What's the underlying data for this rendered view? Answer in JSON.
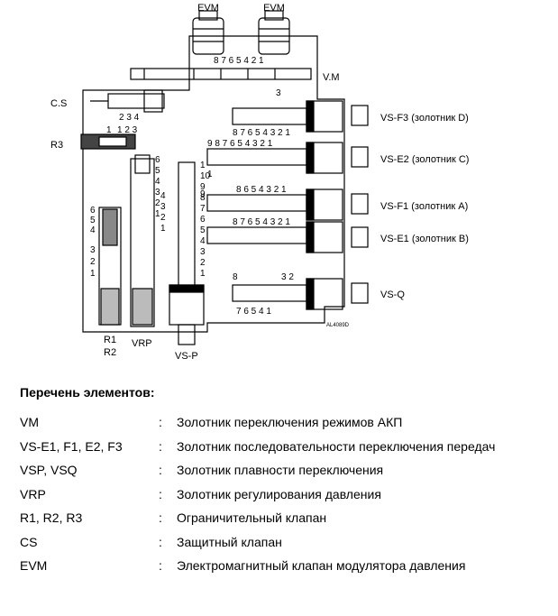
{
  "diagram": {
    "labels": {
      "evm_left": "EVM",
      "evm_right": "EVM",
      "vm": "V.M",
      "cs": "C.S",
      "r3": "R3",
      "r1": "R1",
      "r2": "R2",
      "vrp": "VRP",
      "vsp": "VS-P",
      "vsf3": "VS-F3 (золотник D)",
      "vse2": "VS-E2 (золотник C)",
      "vsf1": "VS-F1 (золотник A)",
      "vse1": "VS-E1 (золотник B)",
      "vsq": "VS-Q",
      "code": "AL4089D"
    },
    "port_numbers": {
      "vm": "8 7 6 5 4 2 1",
      "vm_3": "3",
      "cs_top": "2 3 4",
      "cs_left": "1",
      "r3": "1 2 3",
      "vsf3": "8 7 6 5 4 3 2 1",
      "vse2": "9 8 7 6 5 4 3 2 1",
      "vse2_low": "1",
      "vsf1": "8 6 5 4 3 2 1",
      "vsf1_9": "9",
      "vse1": "8 7 6 5 4 3 2 1",
      "vsq_8": "8",
      "vsq_32": "3 2",
      "vsq": "7 6 5 4 1",
      "r_stack_upper": [
        "6",
        "5",
        "4"
      ],
      "r_stack_lower": [
        "3",
        "2",
        "1"
      ],
      "vrp_stack": [
        "6",
        "5",
        "4",
        "3",
        "2",
        "1"
      ],
      "vrp_side": [
        "4",
        "3",
        "2",
        "1"
      ],
      "vsp_stack": [
        "1",
        "10",
        "9",
        "8",
        "7",
        "6",
        "5",
        "4",
        "3",
        "2",
        "1"
      ]
    }
  },
  "list": {
    "title": "Перечень элементов:",
    "items": [
      {
        "abbr": "VM",
        "sep": ":",
        "desc": "Золотник переключения режимов АКП"
      },
      {
        "abbr": "VS-E1, F1, E2, F3",
        "sep": ":",
        "desc": "Золотник последовательности переключения передач"
      },
      {
        "abbr": "VSP, VSQ",
        "sep": ":",
        "desc": "Золотник плавности переключения"
      },
      {
        "abbr": "VRP",
        "sep": ":",
        "desc": "Золотник регулирования давления"
      },
      {
        "abbr": "R1, R2, R3",
        "sep": ":",
        "desc": "Ограничительный клапан"
      },
      {
        "abbr": "CS",
        "sep": ":",
        "desc": "Защитный клапан"
      },
      {
        "abbr": "EVM",
        "sep": ":",
        "desc": "Электромагнитный клапан модулятора давления"
      }
    ]
  }
}
